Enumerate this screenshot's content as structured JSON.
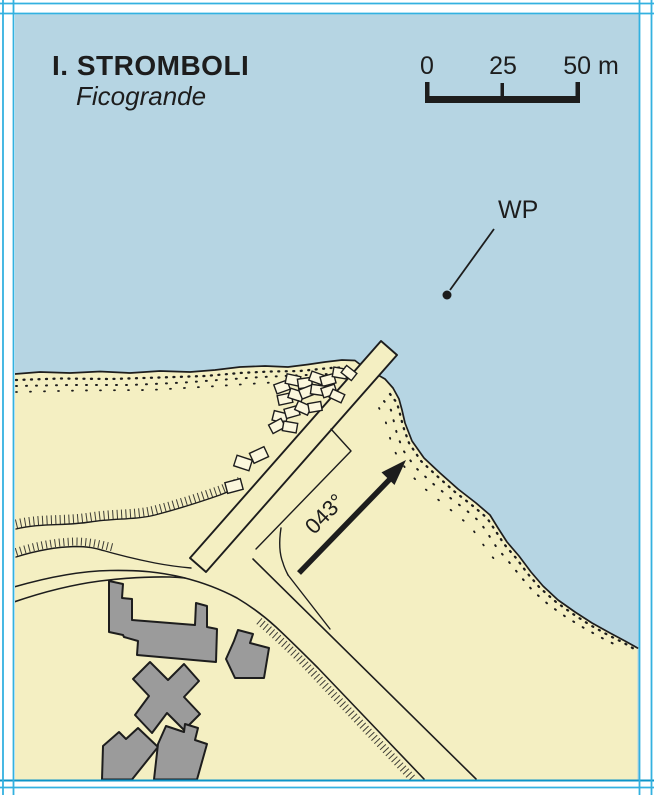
{
  "colors": {
    "sea": "#b6d5e3",
    "land": "#f4efc2",
    "rock": "#fbf7dd",
    "building": "#9b9b9b",
    "ink": "#1d1d1d",
    "frame": "#33b1e0",
    "frame_dark": "#0d94c9",
    "paper": "#ffffff"
  },
  "header": {
    "title": "I. STROMBOLI",
    "subtitle": "Ficogrande"
  },
  "scale_bar": {
    "labels": [
      "0",
      "25",
      "50 m"
    ]
  },
  "annotations": {
    "waypoint": "WP",
    "bearing": "043°"
  }
}
